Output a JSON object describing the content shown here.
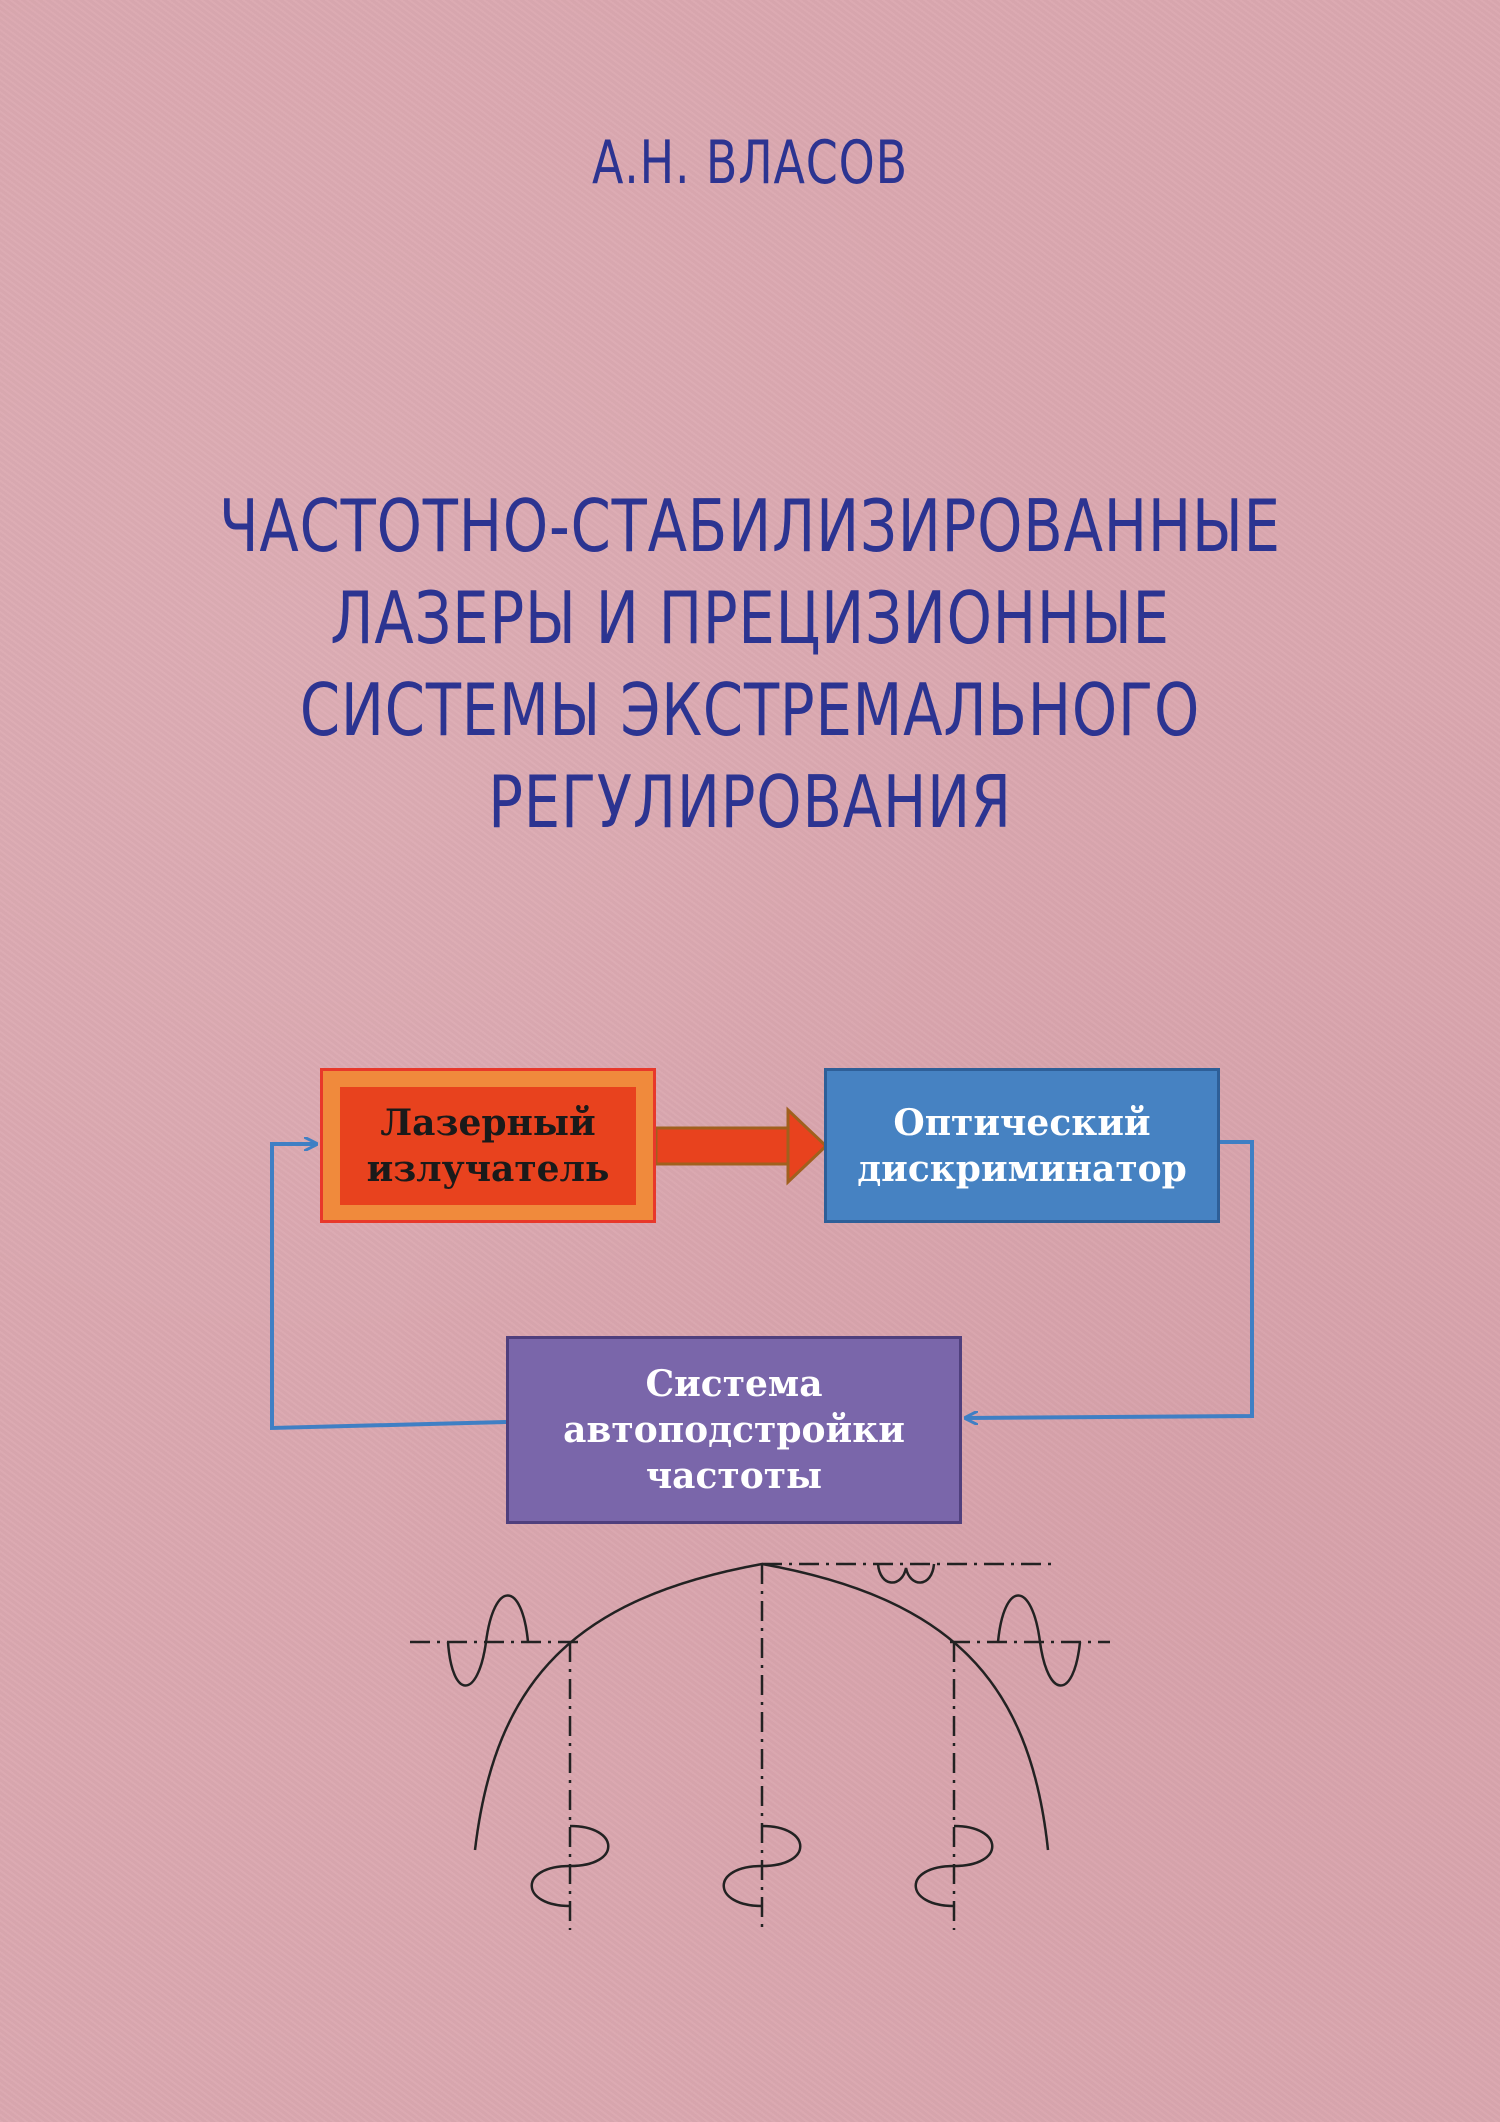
{
  "cover": {
    "author": "А.Н. ВЛАСОВ",
    "title_lines": [
      "ЧАСТОТНО-СТАБИЛИЗИРОВАННЫЕ",
      "ЛАЗЕРЫ И ПРЕЦИЗИОННЫЕ",
      "СИСТЕМЫ ЭКСТРЕМАЛЬНОГО",
      "РЕГУЛИРОВАНИЯ"
    ]
  },
  "diagram": {
    "laser_box": {
      "line1": "Лазерный",
      "line2": "излучатель"
    },
    "optic_box": {
      "line1": "Оптический",
      "line2": "дискриминатор"
    },
    "system_box": {
      "line1": "Система",
      "line2": "автоподстройки",
      "line3": "частоты"
    }
  },
  "colors": {
    "background": "#dba8b0",
    "title_text": "#2c3491",
    "laser_box": "#e8421e",
    "optic_box": "#4682c2",
    "system_box": "#7a66aa",
    "feedback_line": "#3f7fc4"
  }
}
